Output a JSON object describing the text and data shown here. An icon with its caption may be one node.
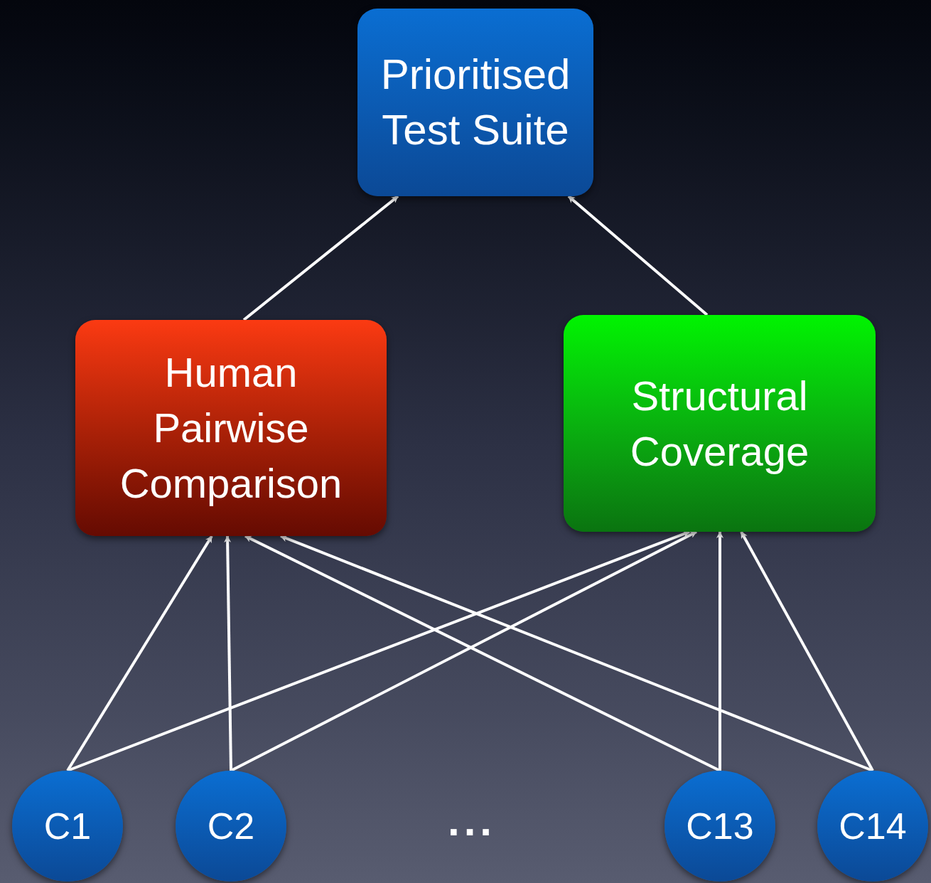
{
  "diagram": {
    "nodes": [
      {
        "text": [
          "Prioritised Test Suite"
        ]
      },
      {
        "text": [
          "Human Pairwise Comparison"
        ]
      },
      {
        "text": [
          "Structural Coverage"
        ]
      },
      {
        "text": [
          "C1"
        ]
      },
      {
        "text": [
          "C2"
        ]
      },
      {
        "text": [
          "C13"
        ]
      },
      {
        "text": [
          "C14"
        ]
      }
    ],
    "edges": [
      {
        "from": 1,
        "to": 0,
        "arrow": "to"
      },
      {
        "from": 2,
        "to": 0,
        "arrow": "to"
      },
      {
        "from": 3,
        "to": 1,
        "arrow": "to"
      },
      {
        "from": 3,
        "to": 2,
        "arrow": "to"
      },
      {
        "from": 4,
        "to": 1,
        "arrow": "to"
      },
      {
        "from": 4,
        "to": 2,
        "arrow": "to"
      },
      {
        "from": 5,
        "to": 1,
        "arrow": "to"
      },
      {
        "from": 5,
        "to": 2,
        "arrow": "to"
      },
      {
        "from": 6,
        "to": 1,
        "arrow": "to"
      },
      {
        "from": 6,
        "to": 2,
        "arrow": "to"
      }
    ],
    "labels": [
      "..."
    ]
  }
}
